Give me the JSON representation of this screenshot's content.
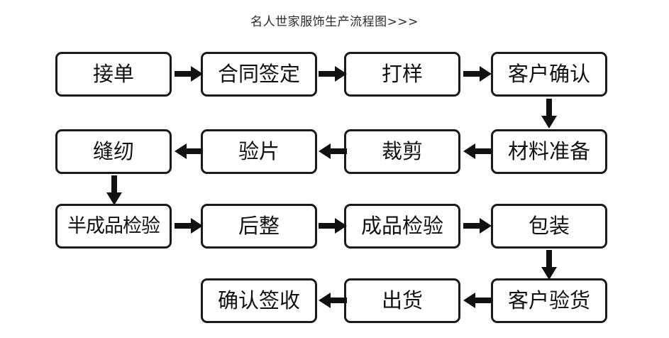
{
  "title": "名人世家服饰生产流程图>>>",
  "colors": {
    "background": "#ffffff",
    "node_border": "#1a1a1a",
    "node_fill": "#ffffff",
    "text": "#111111",
    "arrow": "#111111"
  },
  "chart_data": {
    "type": "diagram",
    "title": "名人世家服饰生产流程图>>>",
    "nodes": [
      {
        "id": "n1",
        "label": "接单",
        "row": 1,
        "col": 1
      },
      {
        "id": "n2",
        "label": "合同签定",
        "row": 1,
        "col": 2
      },
      {
        "id": "n3",
        "label": "打样",
        "row": 1,
        "col": 3
      },
      {
        "id": "n4",
        "label": "客户确认",
        "row": 1,
        "col": 4
      },
      {
        "id": "n5",
        "label": "材料准备",
        "row": 2,
        "col": 4
      },
      {
        "id": "n6",
        "label": "裁剪",
        "row": 2,
        "col": 3
      },
      {
        "id": "n7",
        "label": "验片",
        "row": 2,
        "col": 2
      },
      {
        "id": "n8",
        "label": "缝纫",
        "row": 2,
        "col": 1
      },
      {
        "id": "n9",
        "label": "半成品检验",
        "row": 3,
        "col": 1
      },
      {
        "id": "n10",
        "label": "后整",
        "row": 3,
        "col": 2
      },
      {
        "id": "n11",
        "label": "成品检验",
        "row": 3,
        "col": 3
      },
      {
        "id": "n12",
        "label": "包装",
        "row": 3,
        "col": 4
      },
      {
        "id": "n13",
        "label": "客户验货",
        "row": 4,
        "col": 4
      },
      {
        "id": "n14",
        "label": "出货",
        "row": 4,
        "col": 3
      },
      {
        "id": "n15",
        "label": "确认签收",
        "row": 4,
        "col": 2
      }
    ],
    "edges": [
      {
        "from": "n1",
        "to": "n2",
        "direction": "right"
      },
      {
        "from": "n2",
        "to": "n3",
        "direction": "right"
      },
      {
        "from": "n3",
        "to": "n4",
        "direction": "right"
      },
      {
        "from": "n4",
        "to": "n5",
        "direction": "down"
      },
      {
        "from": "n5",
        "to": "n6",
        "direction": "left"
      },
      {
        "from": "n6",
        "to": "n7",
        "direction": "left"
      },
      {
        "from": "n7",
        "to": "n8",
        "direction": "left"
      },
      {
        "from": "n8",
        "to": "n9",
        "direction": "down"
      },
      {
        "from": "n9",
        "to": "n10",
        "direction": "right"
      },
      {
        "from": "n10",
        "to": "n11",
        "direction": "right"
      },
      {
        "from": "n11",
        "to": "n12",
        "direction": "right"
      },
      {
        "from": "n12",
        "to": "n13",
        "direction": "down"
      },
      {
        "from": "n13",
        "to": "n14",
        "direction": "left"
      },
      {
        "from": "n14",
        "to": "n15",
        "direction": "left"
      }
    ]
  }
}
